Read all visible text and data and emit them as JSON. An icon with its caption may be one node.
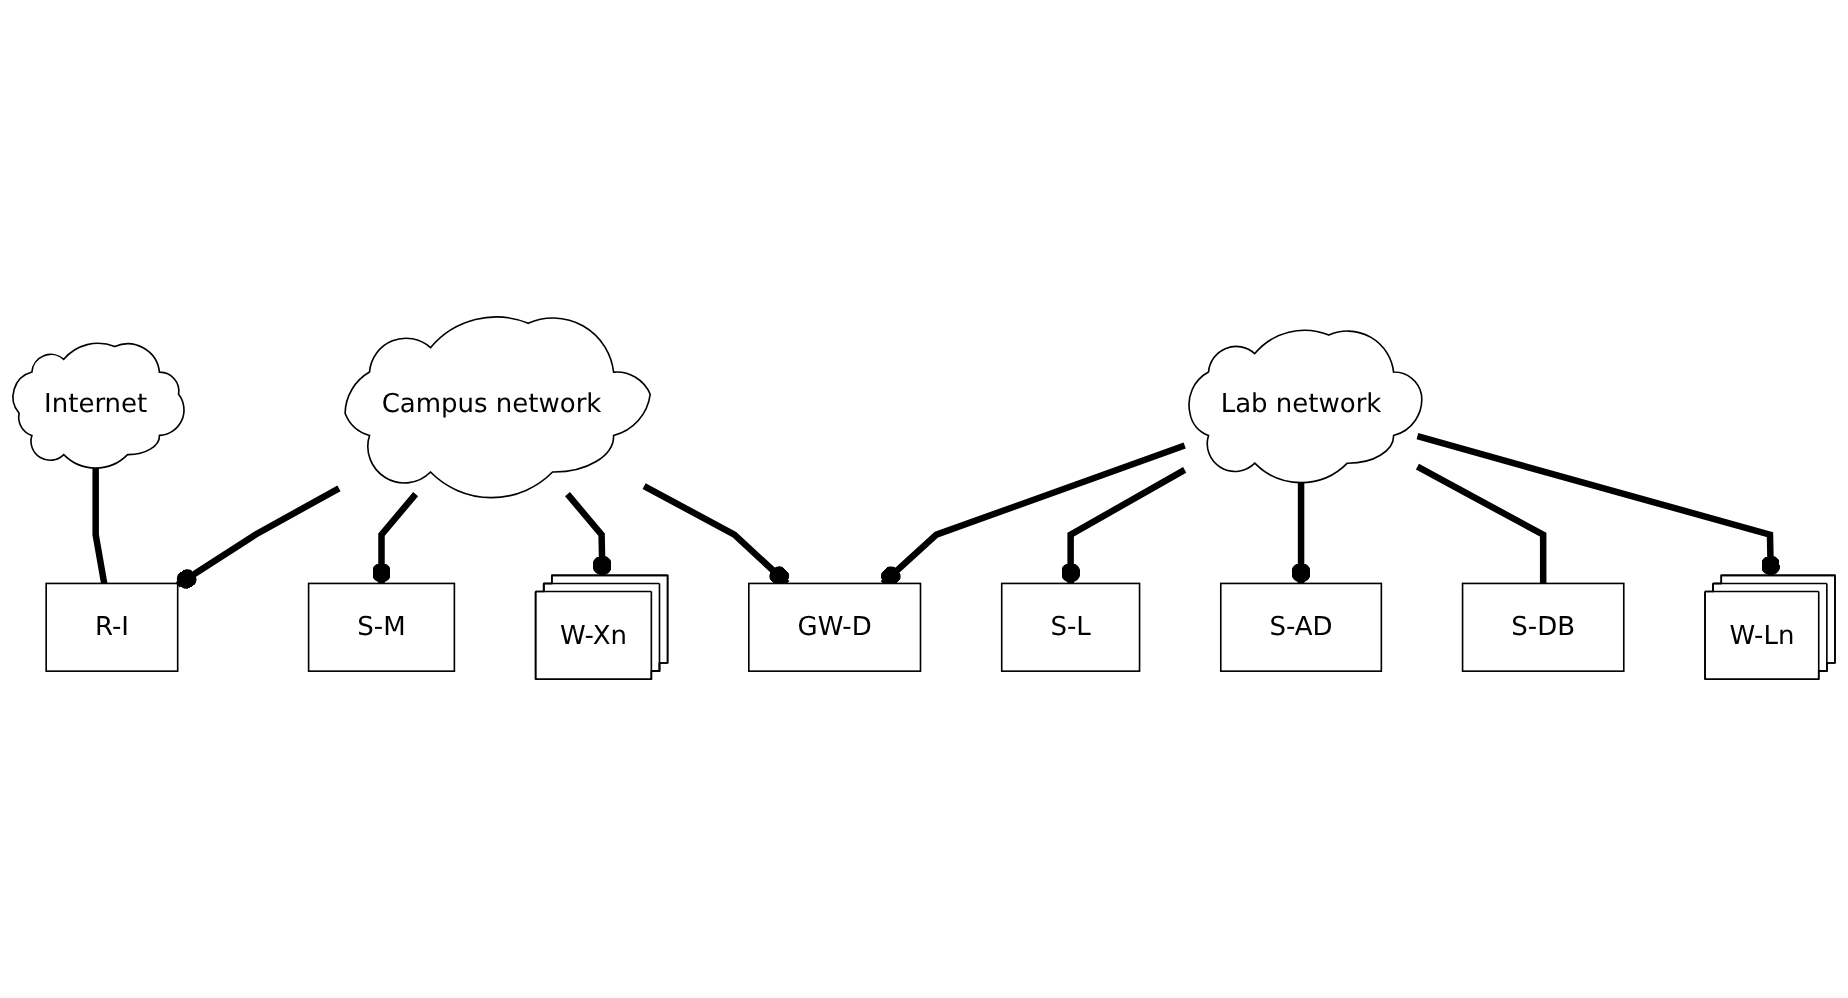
{
  "diagram": {
    "nodes": [
      {
        "text": [
          "Internet"
        ]
      },
      {
        "text": [
          "R-I"
        ]
      },
      {
        "text": [
          "Campus network"
        ]
      },
      {
        "text": [
          "S-M"
        ]
      },
      {
        "text": [
          "W-Xn"
        ]
      },
      {
        "text": [
          "GW-D"
        ]
      },
      {
        "text": [
          "Lab network"
        ]
      },
      {
        "text": [
          "S-L"
        ]
      },
      {
        "text": [
          "S-AD"
        ]
      },
      {
        "text": [
          "S-DB"
        ]
      },
      {
        "text": [
          "W-Ln"
        ]
      }
    ],
    "edges": [
      {
        "from": 0,
        "to": 1,
        "arrow": "none"
      },
      {
        "from": 2,
        "to": 1,
        "arrow": "other"
      },
      {
        "from": 2,
        "to": 3,
        "arrow": "other"
      },
      {
        "from": 2,
        "to": 4,
        "arrow": "other"
      },
      {
        "from": 2,
        "to": 5,
        "arrow": "other"
      },
      {
        "from": 6,
        "to": 5,
        "arrow": "other"
      },
      {
        "from": 6,
        "to": 7,
        "arrow": "other"
      },
      {
        "from": 6,
        "to": 8,
        "arrow": "other"
      },
      {
        "from": 6,
        "to": 9,
        "arrow": "none"
      },
      {
        "from": 6,
        "to": 10,
        "arrow": "other"
      }
    ]
  }
}
